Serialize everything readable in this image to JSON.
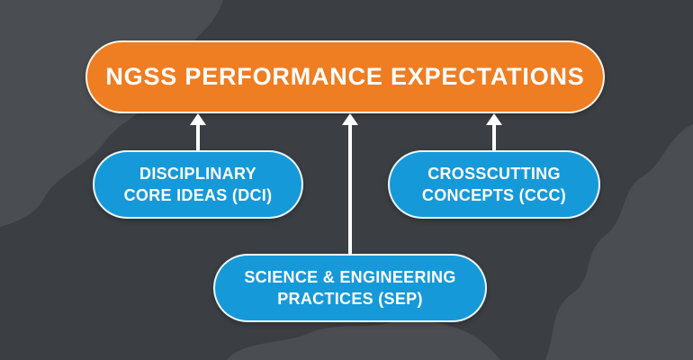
{
  "diagram": {
    "type": "concept-map",
    "root": {
      "id": "ngss",
      "label": "NGSS PERFORMANCE EXPECTATIONS"
    },
    "children": [
      {
        "id": "dci",
        "label": "DISCIPLINARY\nCORE IDEAS (DCI)"
      },
      {
        "id": "ccc",
        "label": "CROSSCUTTING\nCONCEPTS (CCC)"
      },
      {
        "id": "sep",
        "label": "SCIENCE & ENGINEERING\nPRACTICES (SEP)"
      }
    ],
    "arrows": [
      {
        "from": "dci",
        "to": "ngss",
        "direction": "up"
      },
      {
        "from": "ccc",
        "to": "ngss",
        "direction": "up"
      },
      {
        "from": "sep",
        "to": "ngss",
        "direction": "up"
      }
    ]
  },
  "colors": {
    "background": "#3b3e42",
    "background_blob": "#4a4d51",
    "primary_node": "#ef7d22",
    "secondary_node": "#1699d8",
    "text": "#ffffff",
    "arrow": "#ffffff"
  }
}
